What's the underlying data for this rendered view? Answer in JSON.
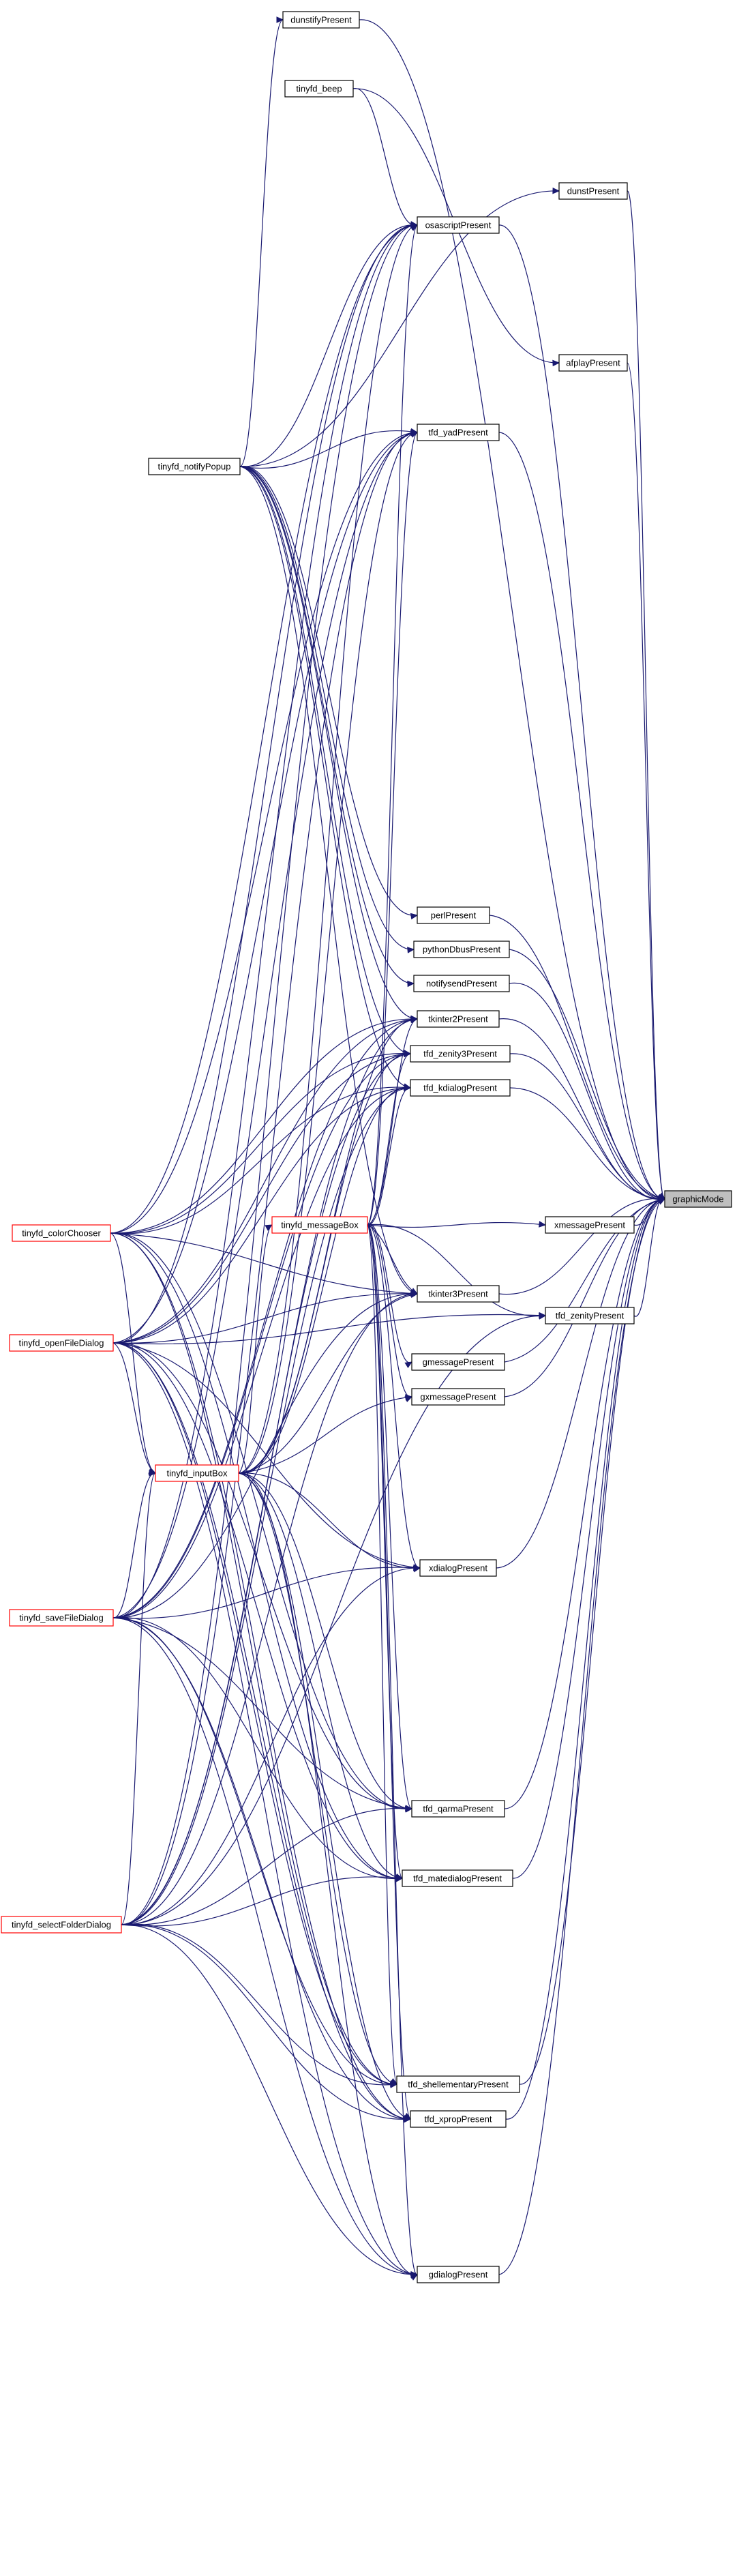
{
  "colors": {
    "edge": "#191970",
    "caller_border": "#ff0000",
    "target_fill": "#bfbfbf",
    "node_border": "#000000"
  },
  "target": "graphicMode",
  "nodes": [
    {
      "id": "dunstifyPresent",
      "label": "dunstifyPresent",
      "style": "normal"
    },
    {
      "id": "tinyfd_beep",
      "label": "tinyfd_beep",
      "style": "normal"
    },
    {
      "id": "dunstPresent",
      "label": "dunstPresent",
      "style": "normal"
    },
    {
      "id": "osascriptPresent",
      "label": "osascriptPresent",
      "style": "normal"
    },
    {
      "id": "afplayPresent",
      "label": "afplayPresent",
      "style": "normal"
    },
    {
      "id": "tfd_yadPresent",
      "label": "tfd_yadPresent",
      "style": "normal"
    },
    {
      "id": "tinyfd_notifyPopup",
      "label": "tinyfd_notifyPopup",
      "style": "normal"
    },
    {
      "id": "perlPresent",
      "label": "perlPresent",
      "style": "normal"
    },
    {
      "id": "pythonDbusPresent",
      "label": "pythonDbusPresent",
      "style": "normal"
    },
    {
      "id": "notifysendPresent",
      "label": "notifysendPresent",
      "style": "normal"
    },
    {
      "id": "tkinter2Present",
      "label": "tkinter2Present",
      "style": "normal"
    },
    {
      "id": "tfd_zenity3Present",
      "label": "tfd_zenity3Present",
      "style": "normal"
    },
    {
      "id": "tfd_kdialogPresent",
      "label": "tfd_kdialogPresent",
      "style": "normal"
    },
    {
      "id": "graphicMode",
      "label": "graphicMode",
      "style": "target"
    },
    {
      "id": "tinyfd_colorChooser",
      "label": "tinyfd_colorChooser",
      "style": "caller"
    },
    {
      "id": "tinyfd_messageBox",
      "label": "tinyfd_messageBox",
      "style": "caller"
    },
    {
      "id": "xmessagePresent",
      "label": "xmessagePresent",
      "style": "normal"
    },
    {
      "id": "tkinter3Present",
      "label": "tkinter3Present",
      "style": "normal"
    },
    {
      "id": "tfd_zenityPresent",
      "label": "tfd_zenityPresent",
      "style": "normal"
    },
    {
      "id": "tinyfd_openFileDialog",
      "label": "tinyfd_openFileDialog",
      "style": "caller"
    },
    {
      "id": "gmessagePresent",
      "label": "gmessagePresent",
      "style": "normal"
    },
    {
      "id": "gxmessagePresent",
      "label": "gxmessagePresent",
      "style": "normal"
    },
    {
      "id": "tinyfd_inputBox",
      "label": "tinyfd_inputBox",
      "style": "caller"
    },
    {
      "id": "xdialogPresent",
      "label": "xdialogPresent",
      "style": "normal"
    },
    {
      "id": "tinyfd_saveFileDialog",
      "label": "tinyfd_saveFileDialog",
      "style": "caller"
    },
    {
      "id": "tfd_qarmaPresent",
      "label": "tfd_qarmaPresent",
      "style": "normal"
    },
    {
      "id": "tfd_matedialogPresent",
      "label": "tfd_matedialogPresent",
      "style": "normal"
    },
    {
      "id": "tinyfd_selectFolderDialog",
      "label": "tinyfd_selectFolderDialog",
      "style": "caller"
    },
    {
      "id": "tfd_shellementaryPresent",
      "label": "tfd_shellementaryPresent",
      "style": "normal"
    },
    {
      "id": "tfd_xpropPresent",
      "label": "tfd_xpropPresent",
      "style": "normal"
    },
    {
      "id": "gdialogPresent",
      "label": "gdialogPresent",
      "style": "normal"
    }
  ],
  "edges": [
    [
      "dunstifyPresent",
      "graphicMode"
    ],
    [
      "dunstPresent",
      "graphicMode"
    ],
    [
      "osascriptPresent",
      "graphicMode"
    ],
    [
      "afplayPresent",
      "graphicMode"
    ],
    [
      "tfd_yadPresent",
      "graphicMode"
    ],
    [
      "perlPresent",
      "graphicMode"
    ],
    [
      "pythonDbusPresent",
      "graphicMode"
    ],
    [
      "notifysendPresent",
      "graphicMode"
    ],
    [
      "tkinter2Present",
      "graphicMode"
    ],
    [
      "tfd_zenity3Present",
      "graphicMode"
    ],
    [
      "tfd_kdialogPresent",
      "graphicMode"
    ],
    [
      "xmessagePresent",
      "graphicMode"
    ],
    [
      "tkinter3Present",
      "graphicMode"
    ],
    [
      "tfd_zenityPresent",
      "graphicMode"
    ],
    [
      "gmessagePresent",
      "graphicMode"
    ],
    [
      "gxmessagePresent",
      "graphicMode"
    ],
    [
      "xdialogPresent",
      "graphicMode"
    ],
    [
      "tfd_qarmaPresent",
      "graphicMode"
    ],
    [
      "tfd_matedialogPresent",
      "graphicMode"
    ],
    [
      "tfd_shellementaryPresent",
      "graphicMode"
    ],
    [
      "tfd_xpropPresent",
      "graphicMode"
    ],
    [
      "gdialogPresent",
      "graphicMode"
    ],
    [
      "tinyfd_beep",
      "osascriptPresent"
    ],
    [
      "tinyfd_beep",
      "afplayPresent"
    ],
    [
      "tinyfd_notifyPopup",
      "dunstifyPresent"
    ],
    [
      "tinyfd_notifyPopup",
      "dunstPresent"
    ],
    [
      "tinyfd_notifyPopup",
      "osascriptPresent"
    ],
    [
      "tinyfd_notifyPopup",
      "tfd_yadPresent"
    ],
    [
      "tinyfd_notifyPopup",
      "perlPresent"
    ],
    [
      "tinyfd_notifyPopup",
      "pythonDbusPresent"
    ],
    [
      "tinyfd_notifyPopup",
      "notifysendPresent"
    ],
    [
      "tinyfd_notifyPopup",
      "tkinter2Present"
    ],
    [
      "tinyfd_notifyPopup",
      "tfd_zenity3Present"
    ],
    [
      "tinyfd_notifyPopup",
      "tfd_kdialogPresent"
    ],
    [
      "tinyfd_notifyPopup",
      "tkinter3Present"
    ],
    [
      "tinyfd_messageBox",
      "osascriptPresent"
    ],
    [
      "tinyfd_messageBox",
      "tfd_yadPresent"
    ],
    [
      "tinyfd_messageBox",
      "tkinter2Present"
    ],
    [
      "tinyfd_messageBox",
      "tfd_zenity3Present"
    ],
    [
      "tinyfd_messageBox",
      "tfd_kdialogPresent"
    ],
    [
      "tinyfd_messageBox",
      "xmessagePresent"
    ],
    [
      "tinyfd_messageBox",
      "tkinter3Present"
    ],
    [
      "tinyfd_messageBox",
      "gmessagePresent"
    ],
    [
      "tinyfd_messageBox",
      "gxmessagePresent"
    ],
    [
      "tinyfd_messageBox",
      "xdialogPresent"
    ],
    [
      "tinyfd_messageBox",
      "tfd_qarmaPresent"
    ],
    [
      "tinyfd_messageBox",
      "tfd_matedialogPresent"
    ],
    [
      "tinyfd_messageBox",
      "tfd_shellementaryPresent"
    ],
    [
      "tinyfd_messageBox",
      "tfd_xpropPresent"
    ],
    [
      "tinyfd_messageBox",
      "gdialogPresent"
    ],
    [
      "tinyfd_messageBox",
      "tfd_zenityPresent"
    ],
    [
      "tinyfd_inputBox",
      "osascriptPresent"
    ],
    [
      "tinyfd_inputBox",
      "tfd_yadPresent"
    ],
    [
      "tinyfd_inputBox",
      "tkinter2Present"
    ],
    [
      "tinyfd_inputBox",
      "tfd_zenity3Present"
    ],
    [
      "tinyfd_inputBox",
      "tfd_kdialogPresent"
    ],
    [
      "tinyfd_inputBox",
      "tkinter3Present"
    ],
    [
      "tinyfd_inputBox",
      "gxmessagePresent"
    ],
    [
      "tinyfd_inputBox",
      "xdialogPresent"
    ],
    [
      "tinyfd_inputBox",
      "tfd_qarmaPresent"
    ],
    [
      "tinyfd_inputBox",
      "tfd_matedialogPresent"
    ],
    [
      "tinyfd_inputBox",
      "tfd_shellementaryPresent"
    ],
    [
      "tinyfd_inputBox",
      "tfd_xpropPresent"
    ],
    [
      "tinyfd_inputBox",
      "gdialogPresent"
    ],
    [
      "tinyfd_inputBox",
      "tinyfd_messageBox"
    ],
    [
      "tinyfd_colorChooser",
      "osascriptPresent"
    ],
    [
      "tinyfd_colorChooser",
      "tfd_yadPresent"
    ],
    [
      "tinyfd_colorChooser",
      "tkinter2Present"
    ],
    [
      "tinyfd_colorChooser",
      "tfd_zenity3Present"
    ],
    [
      "tinyfd_colorChooser",
      "tfd_kdialogPresent"
    ],
    [
      "tinyfd_colorChooser",
      "tfd_qarmaPresent"
    ],
    [
      "tinyfd_colorChooser",
      "tfd_matedialogPresent"
    ],
    [
      "tinyfd_colorChooser",
      "tfd_shellementaryPresent"
    ],
    [
      "tinyfd_colorChooser",
      "tfd_xpropPresent"
    ],
    [
      "tinyfd_colorChooser",
      "tinyfd_inputBox"
    ],
    [
      "tinyfd_colorChooser",
      "tkinter3Present"
    ],
    [
      "tinyfd_openFileDialog",
      "osascriptPresent"
    ],
    [
      "tinyfd_openFileDialog",
      "tfd_yadPresent"
    ],
    [
      "tinyfd_openFileDialog",
      "tkinter2Present"
    ],
    [
      "tinyfd_openFileDialog",
      "tfd_zenity3Present"
    ],
    [
      "tinyfd_openFileDialog",
      "tfd_kdialogPresent"
    ],
    [
      "tinyfd_openFileDialog",
      "tkinter3Present"
    ],
    [
      "tinyfd_openFileDialog",
      "tfd_zenityPresent"
    ],
    [
      "tinyfd_openFileDialog",
      "xdialogPresent"
    ],
    [
      "tinyfd_openFileDialog",
      "tfd_qarmaPresent"
    ],
    [
      "tinyfd_openFileDialog",
      "tfd_matedialogPresent"
    ],
    [
      "tinyfd_openFileDialog",
      "tfd_shellementaryPresent"
    ],
    [
      "tinyfd_openFileDialog",
      "tfd_xpropPresent"
    ],
    [
      "tinyfd_openFileDialog",
      "gdialogPresent"
    ],
    [
      "tinyfd_openFileDialog",
      "tinyfd_inputBox"
    ],
    [
      "tinyfd_saveFileDialog",
      "osascriptPresent"
    ],
    [
      "tinyfd_saveFileDialog",
      "tfd_yadPresent"
    ],
    [
      "tinyfd_saveFileDialog",
      "tkinter2Present"
    ],
    [
      "tinyfd_saveFileDialog",
      "tfd_zenity3Present"
    ],
    [
      "tinyfd_saveFileDialog",
      "tfd_kdialogPresent"
    ],
    [
      "tinyfd_saveFileDialog",
      "tkinter3Present"
    ],
    [
      "tinyfd_saveFileDialog",
      "xdialogPresent"
    ],
    [
      "tinyfd_saveFileDialog",
      "tfd_qarmaPresent"
    ],
    [
      "tinyfd_saveFileDialog",
      "tfd_matedialogPresent"
    ],
    [
      "tinyfd_saveFileDialog",
      "tfd_shellementaryPresent"
    ],
    [
      "tinyfd_saveFileDialog",
      "tfd_xpropPresent"
    ],
    [
      "tinyfd_saveFileDialog",
      "gdialogPresent"
    ],
    [
      "tinyfd_saveFileDialog",
      "tinyfd_inputBox"
    ],
    [
      "tinyfd_selectFolderDialog",
      "osascriptPresent"
    ],
    [
      "tinyfd_selectFolderDialog",
      "tfd_yadPresent"
    ],
    [
      "tinyfd_selectFolderDialog",
      "tkinter2Present"
    ],
    [
      "tinyfd_selectFolderDialog",
      "tfd_zenity3Present"
    ],
    [
      "tinyfd_selectFolderDialog",
      "tfd_kdialogPresent"
    ],
    [
      "tinyfd_selectFolderDialog",
      "tkinter3Present"
    ],
    [
      "tinyfd_selectFolderDialog",
      "xdialogPresent"
    ],
    [
      "tinyfd_selectFolderDialog",
      "tfd_qarmaPresent"
    ],
    [
      "tinyfd_selectFolderDialog",
      "tfd_matedialogPresent"
    ],
    [
      "tinyfd_selectFolderDialog",
      "tfd_shellementaryPresent"
    ],
    [
      "tinyfd_selectFolderDialog",
      "tfd_xpropPresent"
    ],
    [
      "tinyfd_selectFolderDialog",
      "gdialogPresent"
    ],
    [
      "tinyfd_selectFolderDialog",
      "tinyfd_inputBox"
    ],
    [
      "tinyfd_selectFolderDialog",
      "tfd_zenityPresent"
    ]
  ]
}
